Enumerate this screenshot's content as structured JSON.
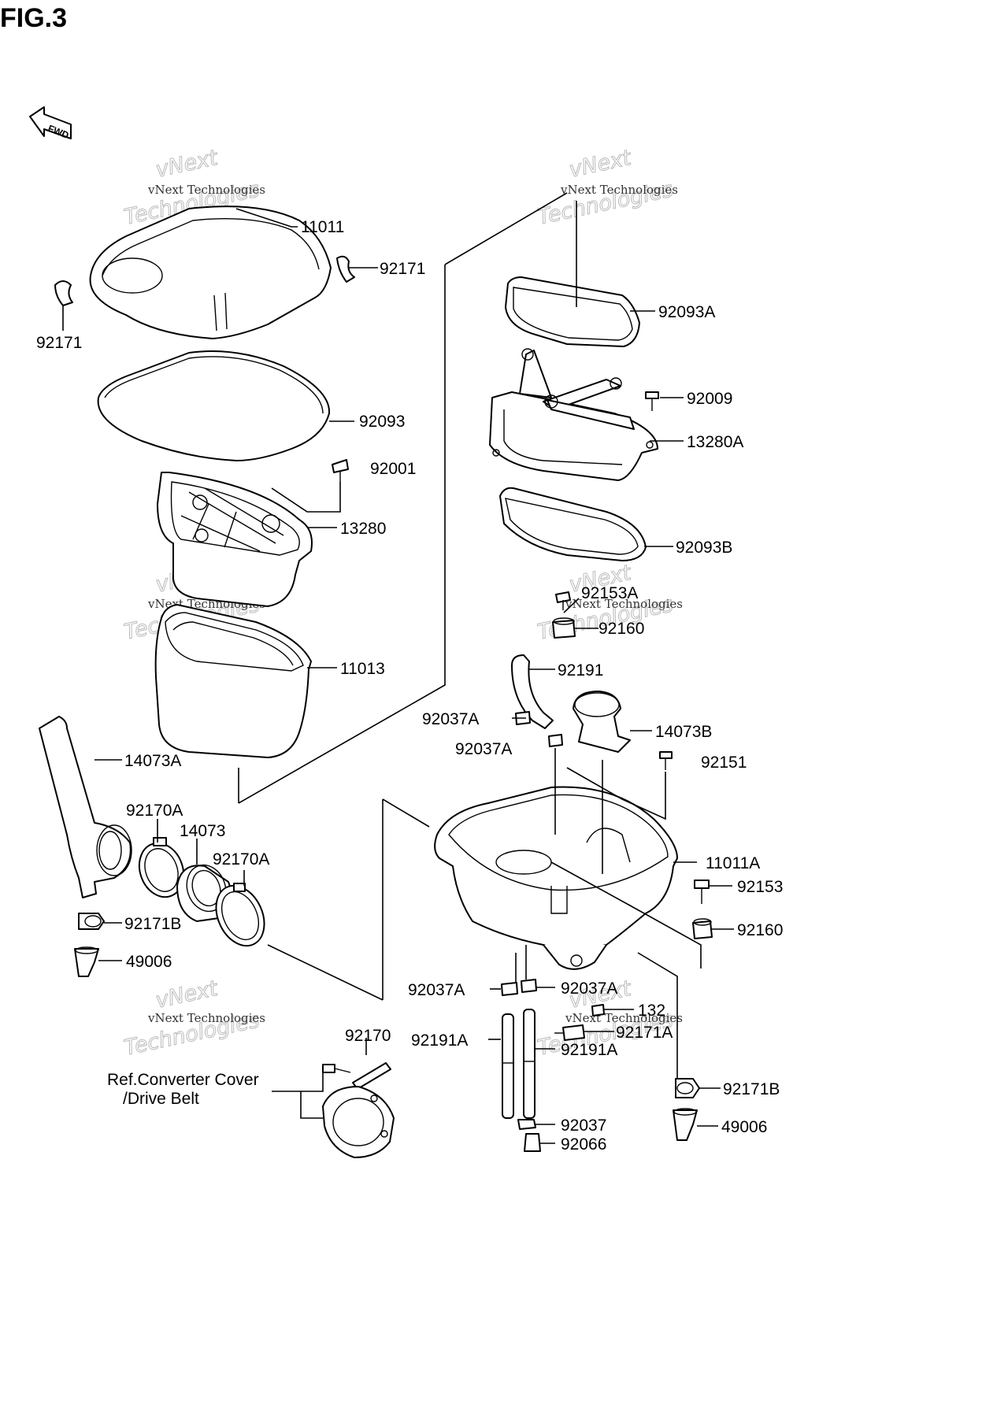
{
  "figure": {
    "title": "FIG.3",
    "fwd_label": "FWD",
    "watermark_line1": "vNext Technologies",
    "watermark_line2a": "vNext",
    "watermark_line2b": "Technologies"
  },
  "parts": {
    "p11011": "11011",
    "p92171_right": "92171",
    "p92171_left": "92171",
    "p92093": "92093",
    "p92001": "92001",
    "p13280": "13280",
    "p11013": "11013",
    "p14073A": "14073A",
    "p92170A_1": "92170A",
    "p14073": "14073",
    "p92170A_2": "92170A",
    "p92171B_left": "92171B",
    "p49006_left": "49006",
    "p92093A": "92093A",
    "p92009": "92009",
    "p13280A": "13280A",
    "p92093B": "92093B",
    "p92153A": "92153A",
    "p92160_top": "92160",
    "p92191": "92191",
    "p92037A_1": "92037A",
    "p14073B": "14073B",
    "p92037A_2": "92037A",
    "p92151": "92151",
    "p11011A": "11011A",
    "p92153": "92153",
    "p92160_bottom": "92160",
    "p92037A_3": "92037A",
    "p92037A_4": "92037A",
    "p132": "132",
    "p92171A": "92171A",
    "p92191A_1": "92191A",
    "p92191A_2": "92191A",
    "p92170": "92170",
    "p92037": "92037",
    "p92066": "92066",
    "p92171B_right": "92171B",
    "p49006_right": "49006"
  },
  "reference": {
    "line1": "Ref.Converter Cover",
    "line2": "/Drive Belt"
  }
}
